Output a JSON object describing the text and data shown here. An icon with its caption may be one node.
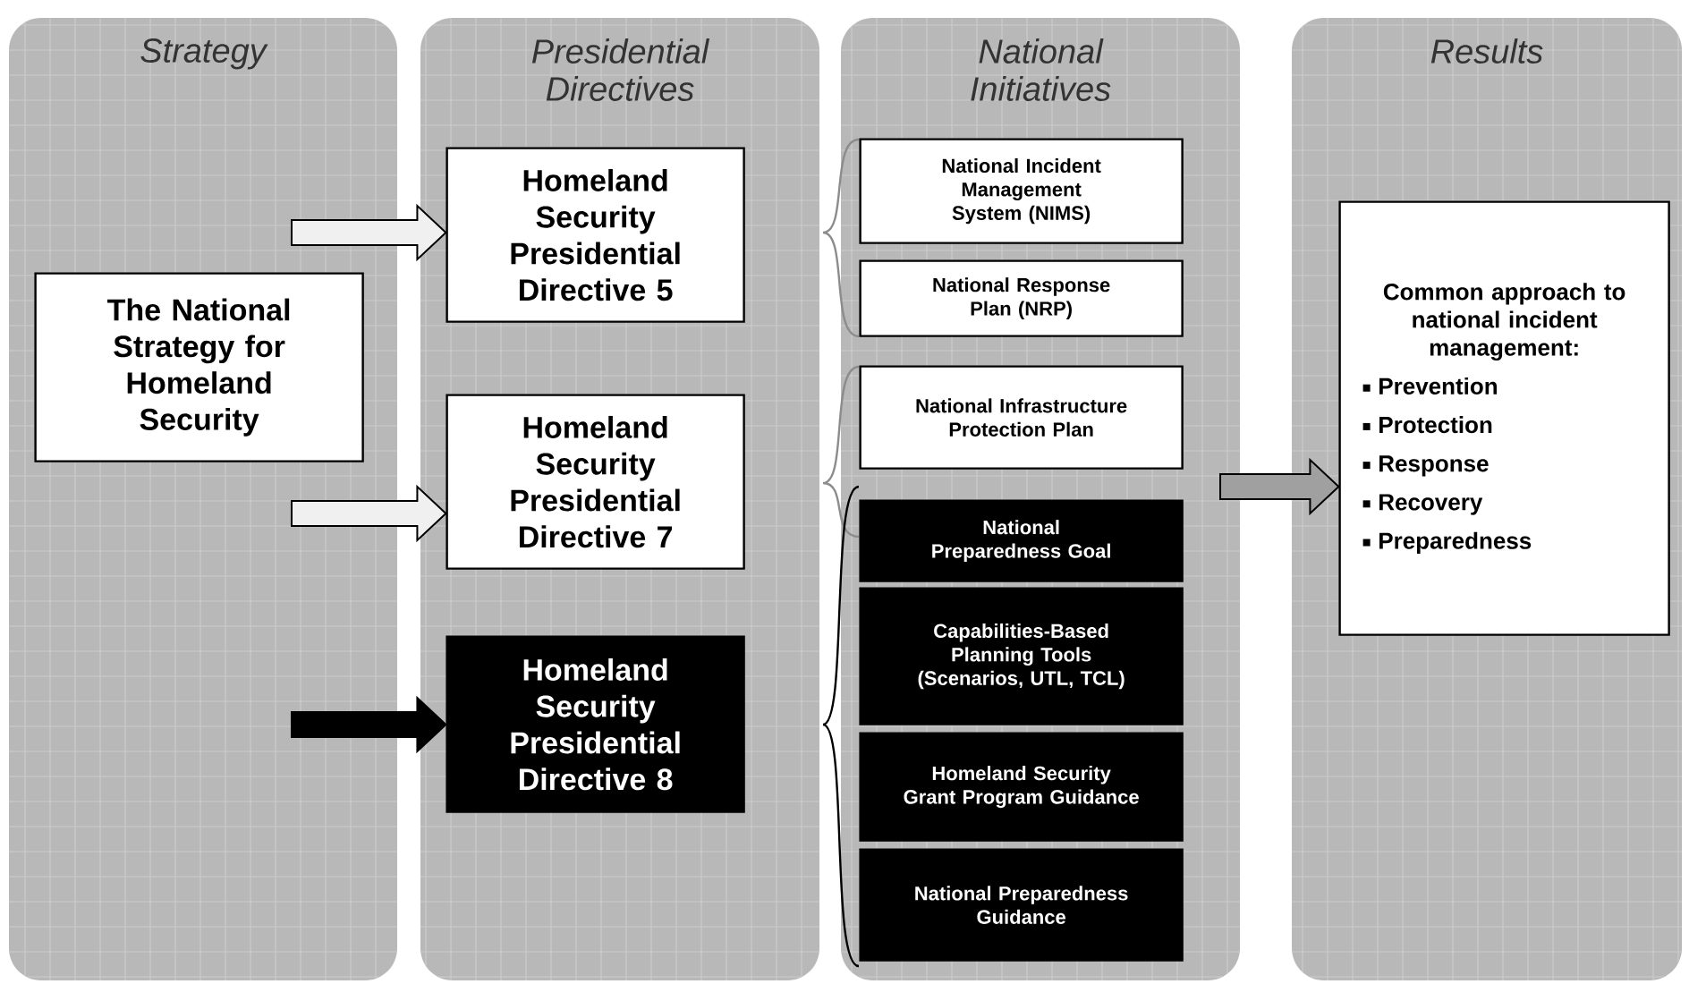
{
  "diagram": {
    "nodes": [
      {
        "text": [
          "Strategy"
        ]
      },
      {
        "text": [
          "Presidential Directives"
        ]
      },
      {
        "text": [
          "National Initiatives"
        ]
      },
      {
        "text": [
          "Results"
        ]
      },
      {
        "text": [
          "The National Strategy for Homeland Security"
        ],
        "in": 0
      },
      {
        "text": [
          "Homeland Security Presidential Directive 5"
        ],
        "in": 1
      },
      {
        "text": [
          "Homeland Security Presidential Directive 7"
        ],
        "in": 1
      },
      {
        "text": [
          "Homeland Security Presidential Directive 8"
        ],
        "in": 1
      },
      {
        "text": [
          "National Incident Management System (NIMS)"
        ],
        "in": 2
      },
      {
        "text": [
          "National Response Plan (NRP)"
        ],
        "in": 2
      },
      {
        "text": [
          "National Infrastructure Protection Plan"
        ],
        "in": 2
      },
      {
        "text": [
          "National Preparedness Goal"
        ],
        "in": 2
      },
      {
        "text": [
          "Capabilities-Based Planning Tools (Scenarios, UTL, TCL)"
        ],
        "in": 2
      },
      {
        "text": [
          "Homeland Security Grant Program Guidance"
        ],
        "in": 2
      },
      {
        "text": [
          "National Preparedness Guidance"
        ],
        "in": 2
      },
      {
        "text": [
          "Common approach to national incident management:",
          "Prevention",
          "Protection",
          "Response",
          "Recovery",
          "Preparedness"
        ],
        "in": 3
      }
    ],
    "edges": [
      {
        "from": null,
        "to": 5,
        "arrow": "to"
      },
      {
        "from": null,
        "to": 6,
        "arrow": "to"
      },
      {
        "from": null,
        "to": 7,
        "arrow": "to",
        "color": "#000000"
      },
      {
        "from": null,
        "to": 15,
        "arrow": "to",
        "color": "#a0a0a0"
      }
    ]
  }
}
